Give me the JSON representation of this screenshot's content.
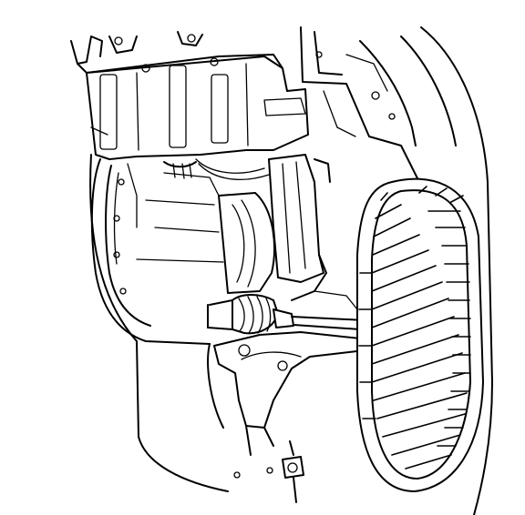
{
  "diagram": {
    "components": [
      "wheel-tire",
      "underbody-splash-shield",
      "wheelhouse-liner",
      "drive-axle-cv-boot",
      "lower-control-arm",
      "stabilizer-link",
      "brake-rotor"
    ],
    "line_color": "#000000",
    "background_color": "#ffffff"
  }
}
